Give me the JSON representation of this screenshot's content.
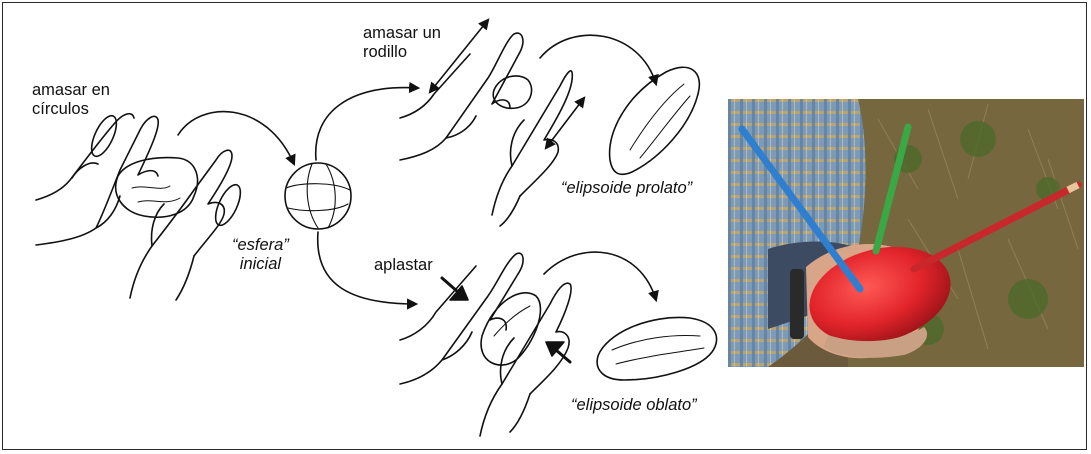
{
  "labels": {
    "circles": "amasar en\ncírculos",
    "rod": "amasar un\nrodillo",
    "sphere": "“esfera”\ninicial",
    "flatten": "aplastar",
    "prolate": "“elipsoide prolato”",
    "oblate": "“elipsoide oblato”"
  },
  "colors": {
    "pencil_blue": "#2f7fd0",
    "pencil_green": "#3aa844",
    "pencil_red": "#c8282c",
    "clay": "#e2242b"
  }
}
